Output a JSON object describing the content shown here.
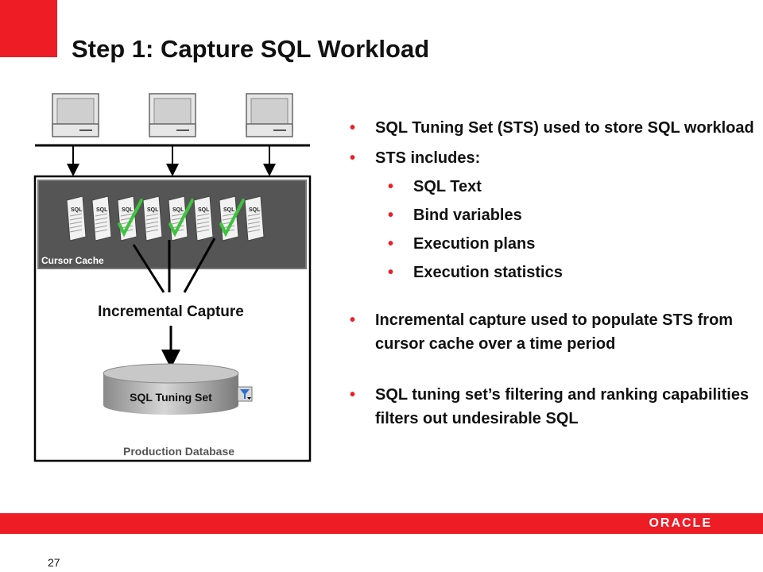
{
  "slide": {
    "title": "Step 1: Capture SQL Workload",
    "page_number": "27",
    "logo": "ORACLE",
    "accent_color": "#ee1c25"
  },
  "bullets": [
    {
      "level": 1,
      "text": "SQL Tuning Set (STS) used to store SQL workload"
    },
    {
      "level": 1,
      "text": "STS includes:"
    },
    {
      "level": 2,
      "text": "SQL Text"
    },
    {
      "level": 2,
      "text": "Bind variables"
    },
    {
      "level": 2,
      "text": "Execution plans"
    },
    {
      "level": 2,
      "text": "Execution statistics"
    },
    {
      "level": 1,
      "text": "Incremental capture used to populate STS from cursor cache over a time period"
    },
    {
      "level": 1,
      "text": "SQL tuning set’s filtering and ranking capabilities filters out undesirable SQL"
    }
  ],
  "diagram": {
    "cursor_cache_label": "Cursor Cache",
    "capture_label": "Incremental Capture",
    "sts_label": "SQL Tuning Set",
    "db_label": "Production Database",
    "sql_doc_label": "SQL",
    "client_count": 3,
    "filter_icon": "filter-icon"
  }
}
